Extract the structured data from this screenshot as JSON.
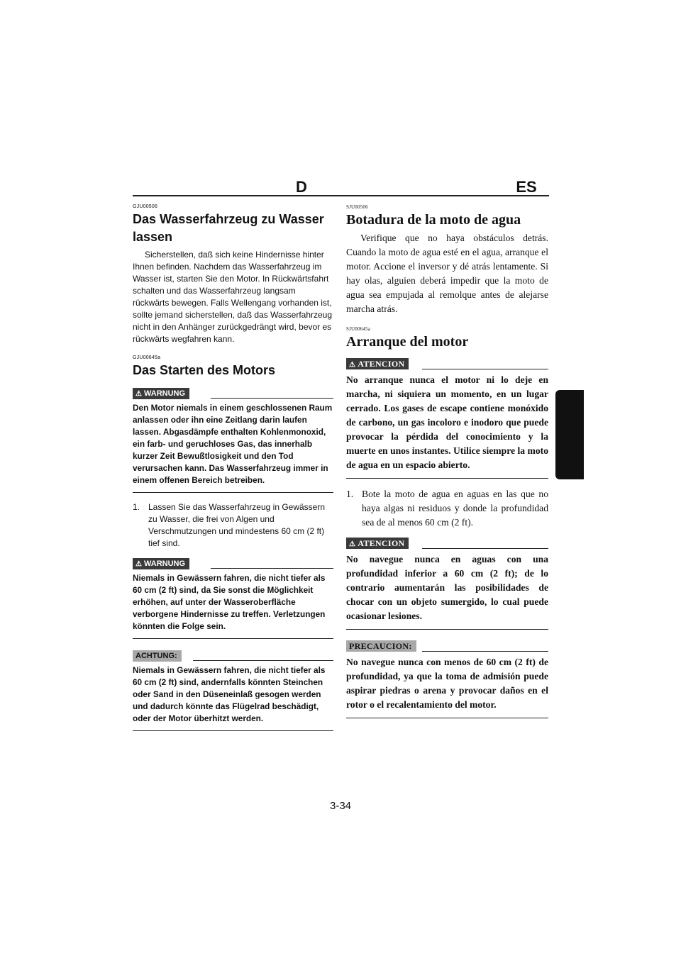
{
  "header": {
    "left_lang": "D",
    "right_lang": "ES"
  },
  "de": {
    "s1_code": "GJU00506",
    "s1_title": "Das Wasserfahrzeug zu Wasser lassen",
    "s1_body": "Sicherstellen, daß sich keine Hindernisse hinter Ihnen befinden. Nachdem das Wasserfahrzeug im Wasser ist, starten Sie den Motor. In Rückwärtsfahrt schalten und das Wasserfahrzeug langsam rückwärts bewegen. Falls Wellengang vorhanden ist, sollte jemand sicherstellen, daß das Wasserfahrzeug nicht in den Anhänger zurückgedrängt wird, bevor es rückwärts wegfahren kann.",
    "s2_code": "GJU00645a",
    "s2_title": "Das Starten des Motors",
    "warning_label": "WARNUNG",
    "warn1": "Den Motor niemals in einem geschlossenen Raum anlassen oder ihn eine Zeitlang darin laufen lassen. Abgasdämpfe enthalten Kohlenmonoxid, ein farb- und geruchloses Gas, das innerhalb kurzer Zeit Bewußtlosigkeit und den Tod verursachen kann. Das Wasserfahrzeug immer in einem offenen Bereich betreiben.",
    "step1_num": "1.",
    "step1": "Lassen Sie das Wasserfahrzeug in Gewässern zu Wasser, die frei von Algen und Verschmutzungen und mindestens 60 cm (2 ft) tief sind.",
    "warn2": "Niemals in Gewässern fahren, die nicht tiefer als 60 cm (2 ft) sind, da Sie sonst die Möglichkeit erhöhen, auf unter der Wasseroberfläche verborgene Hindernisse zu treffen. Verletzungen könnten die Folge sein.",
    "caution_label": "ACHTUNG:",
    "caution": "Niemals in Gewässern fahren, die nicht tiefer als 60 cm (2 ft) sind, andernfalls könnten Steinchen oder Sand in den Düseneinlaß gesogen werden und dadurch könnte das Flügelrad beschädigt, oder der Motor überhitzt werden."
  },
  "es": {
    "s1_code": "SJU00506",
    "s1_title": "Botadura de la moto de agua",
    "s1_body": "Verifique que no haya obstáculos detrás. Cuando la moto de agua esté en el agua, arranque el motor. Accione el inversor y dé atrás lentamente. Si hay olas, alguien deberá impedir que la moto de agua sea empujada al remolque antes de alejarse marcha atrás.",
    "s2_code": "SJU00645a",
    "s2_title": "Arranque del motor",
    "warning_label": "ATENCION",
    "warn1": "No arranque nunca el motor ni lo deje en marcha, ni siquiera un momento, en un lugar cerrado. Los gases de escape contiene monóxido de carbono, un gas incoloro e inodoro que puede provocar la pérdida del conocimiento y la muerte en unos instantes. Utilice siempre la moto de agua en un espacio abierto.",
    "step1_num": "1.",
    "step1": "Bote la moto de agua en aguas en las que no haya algas ni residuos y donde la profundidad sea de al menos 60 cm (2 ft).",
    "warn2": "No navegue nunca en aguas con una profundidad inferior a 60 cm (2 ft); de lo contrario aumentarán las posibilidades de chocar con un objeto sumergido, lo cual puede ocasionar lesiones.",
    "caution_label": "PRECAUCION:",
    "caution": "No navegue nunca con menos de 60 cm (2 ft) de profundidad, ya que la toma de admisión puede aspirar piedras o arena y provocar daños en el rotor o el recalentamiento del motor."
  },
  "footer": {
    "page_number": "3-34"
  }
}
